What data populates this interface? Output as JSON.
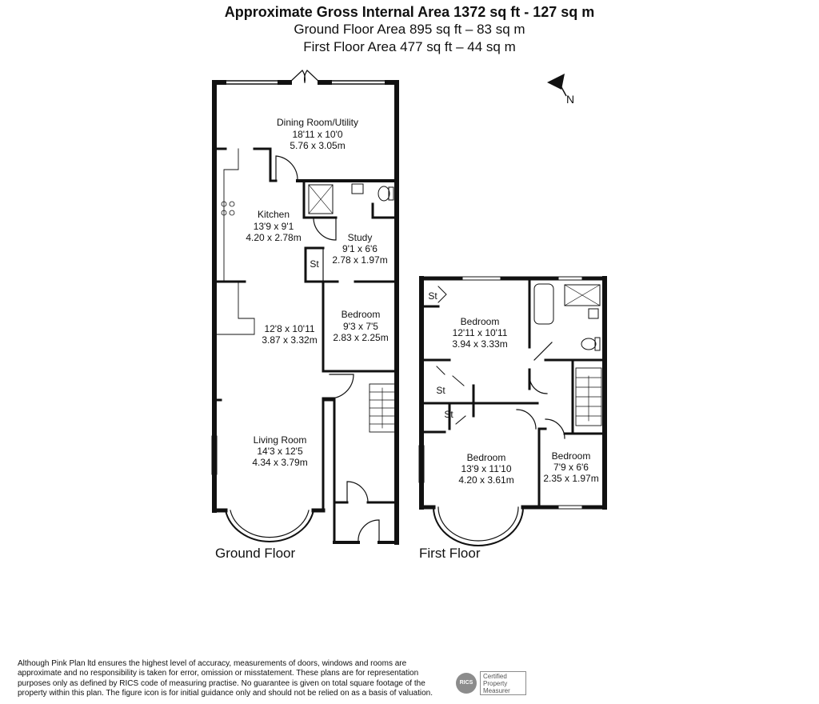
{
  "header": {
    "gross_area": "Approximate Gross Internal Area 1372 sq ft - 127 sq m",
    "ground_area": "Ground Floor Area 895 sq ft – 83 sq m",
    "first_area": "First Floor Area 477 sq ft – 44 sq m"
  },
  "compass": {
    "label": "N"
  },
  "ground_floor": {
    "label": "Ground Floor",
    "dining": {
      "name": "Dining Room/Utility",
      "imperial": "18'11 x 10'0",
      "metric": "5.76 x 3.05m"
    },
    "kitchen": {
      "name": "Kitchen",
      "imperial": "13'9 x 9'1",
      "metric": "4.20 x 2.78m"
    },
    "study": {
      "name": "Study",
      "imperial": "9'1 x 6'6",
      "metric": "2.78 x 1.97m"
    },
    "store": {
      "name": "St"
    },
    "bedroom": {
      "name": "Bedroom",
      "imperial": "9'3 x 7'5",
      "metric": "2.83 x 2.25m"
    },
    "open_area": {
      "imperial": "12'8 x 10'11",
      "metric": "3.87 x 3.32m"
    },
    "living": {
      "name": "Living Room",
      "imperial": "14'3 x 12'5",
      "metric": "4.34 x 3.79m"
    }
  },
  "first_floor": {
    "label": "First Floor",
    "store1": {
      "name": "St"
    },
    "store2": {
      "name": "St"
    },
    "store3": {
      "name": "St"
    },
    "bedroom1": {
      "name": "Bedroom",
      "imperial": "12'11 x 10'11",
      "metric": "3.94 x 3.33m"
    },
    "bedroom2": {
      "name": "Bedroom",
      "imperial": "13'9 x 11'10",
      "metric": "4.20 x 3.61m"
    },
    "bedroom3": {
      "name": "Bedroom",
      "imperial": "7'9 x 6'6",
      "metric": "2.35 x 1.97m"
    }
  },
  "disclaimer": "Although Pink Plan ltd ensures the highest level of accuracy, measurements of doors, windows and rooms are approximate and no responsibility is taken for error, omission or misstatement. These plans are for representation purposes only as defined by RICS code of measuring practise. No guarantee is given on total square footage of the property within this plan. The figure icon is for initial guidance only and should not be relied on as a basis of valuation.",
  "rics_badge": {
    "seal": "RICS",
    "line1": "Certified",
    "line2": "Property",
    "line3": "Measurer"
  }
}
